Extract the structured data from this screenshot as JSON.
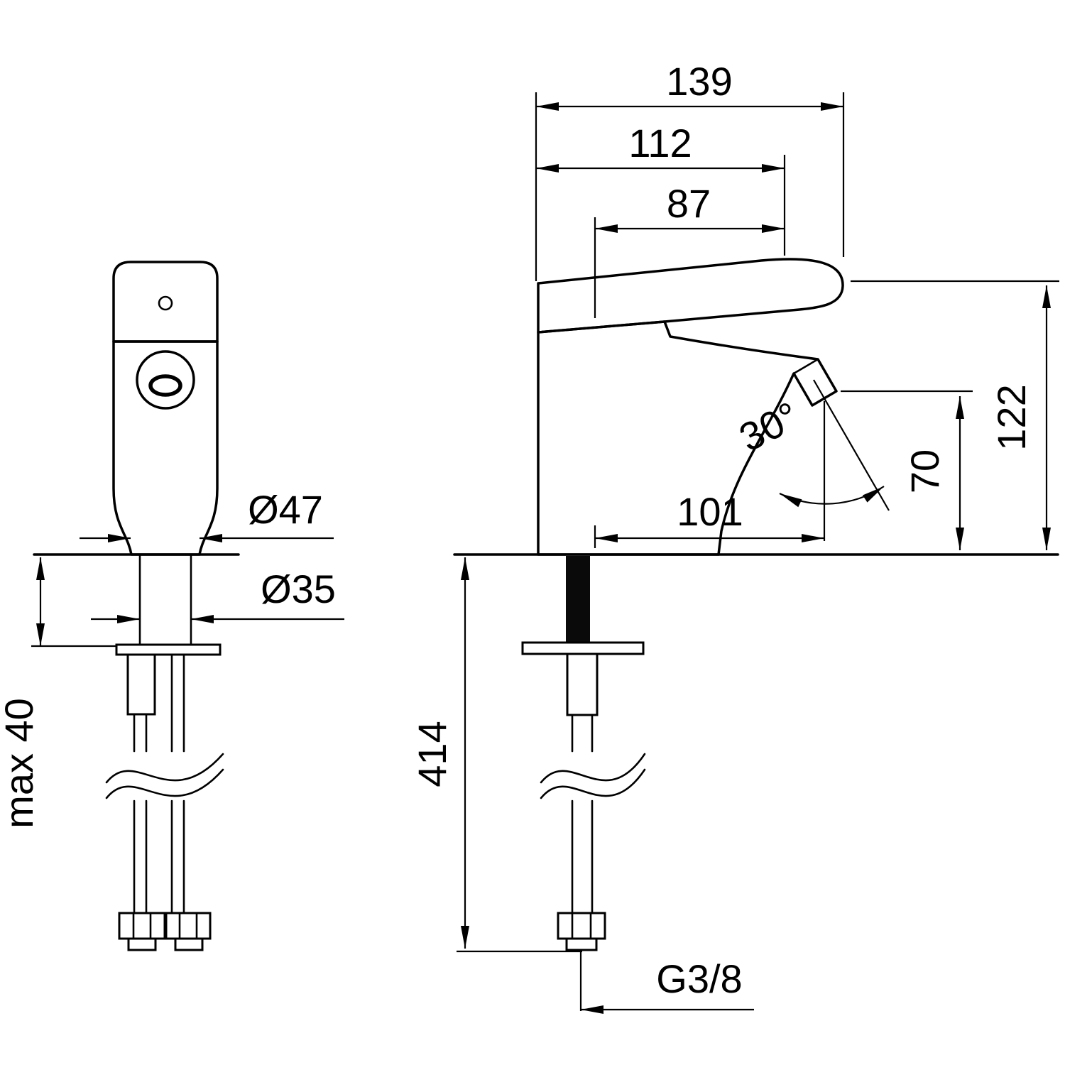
{
  "colors": {
    "line": "#000000",
    "background": "#ffffff"
  },
  "drawing": {
    "dimensions": {
      "total_depth": "139",
      "body_depth": "112",
      "handle_depth": "87",
      "total_height": "122",
      "spout_height": "70",
      "spout_reach": "101",
      "spout_angle": "30°",
      "base_diameter": "Ø47",
      "hole_diameter": "Ø35",
      "max_deck_thickness": "max 40",
      "hose_length": "414",
      "thread_size": "G3/8"
    }
  }
}
